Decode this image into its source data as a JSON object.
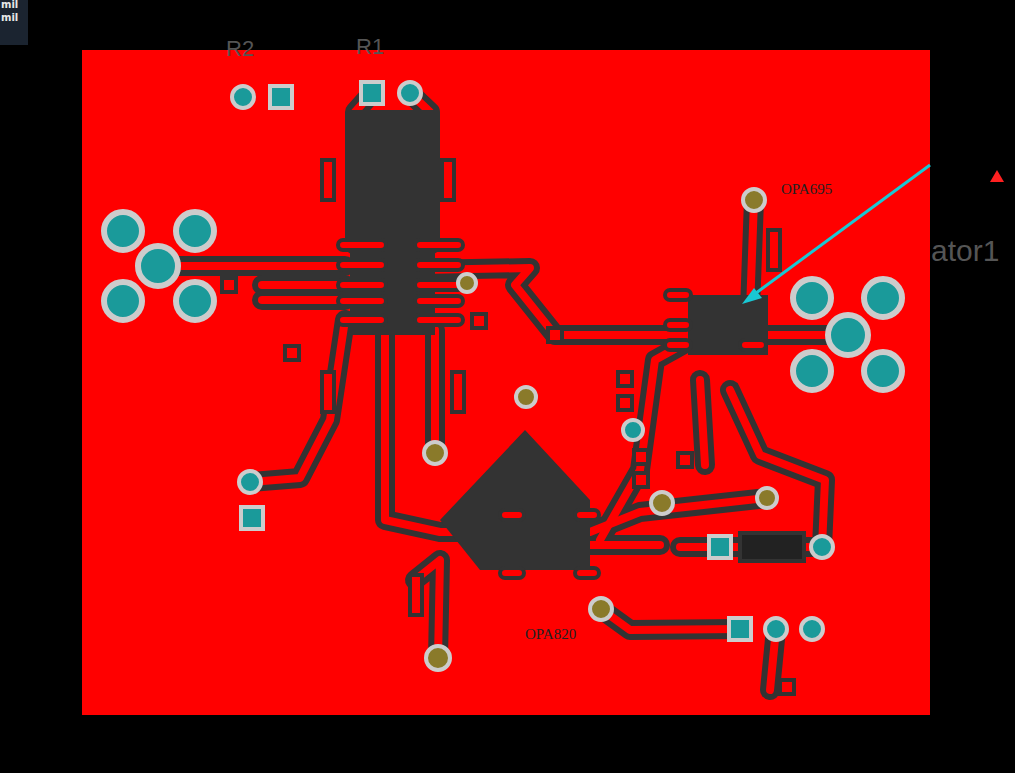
{
  "diagram": {
    "labels": [
      "mil",
      "mil",
      "R2",
      "R1",
      "OPA695",
      "OPA820",
      "ator1"
    ]
  }
}
